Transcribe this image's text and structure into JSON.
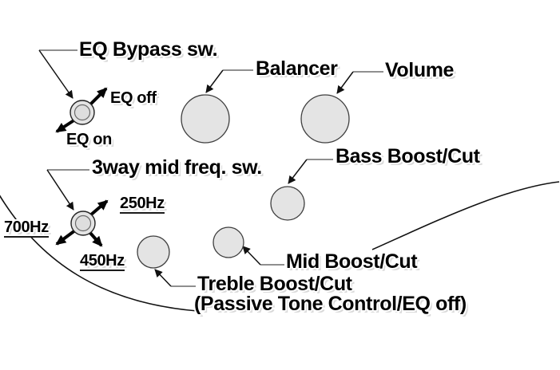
{
  "colors": {
    "background": "#ffffff",
    "knob_fill": "#e4e4e4",
    "knob_stroke": "#3f3f3f",
    "line": "#111111",
    "text": "#000000"
  },
  "labels": {
    "eq_bypass": "EQ Bypass sw.",
    "eq_off": "EQ off",
    "eq_on": "EQ on",
    "balancer": "Balancer",
    "volume": "Volume",
    "bass": "Bass Boost/Cut",
    "mid_freq": "3way mid freq. sw.",
    "hz_250": "250Hz",
    "hz_700": "700Hz",
    "hz_450": "450Hz",
    "mid": "Mid Boost/Cut",
    "treble": "Treble Boost/Cut",
    "treble_sub": "(Passive Tone Control/EQ off)"
  }
}
